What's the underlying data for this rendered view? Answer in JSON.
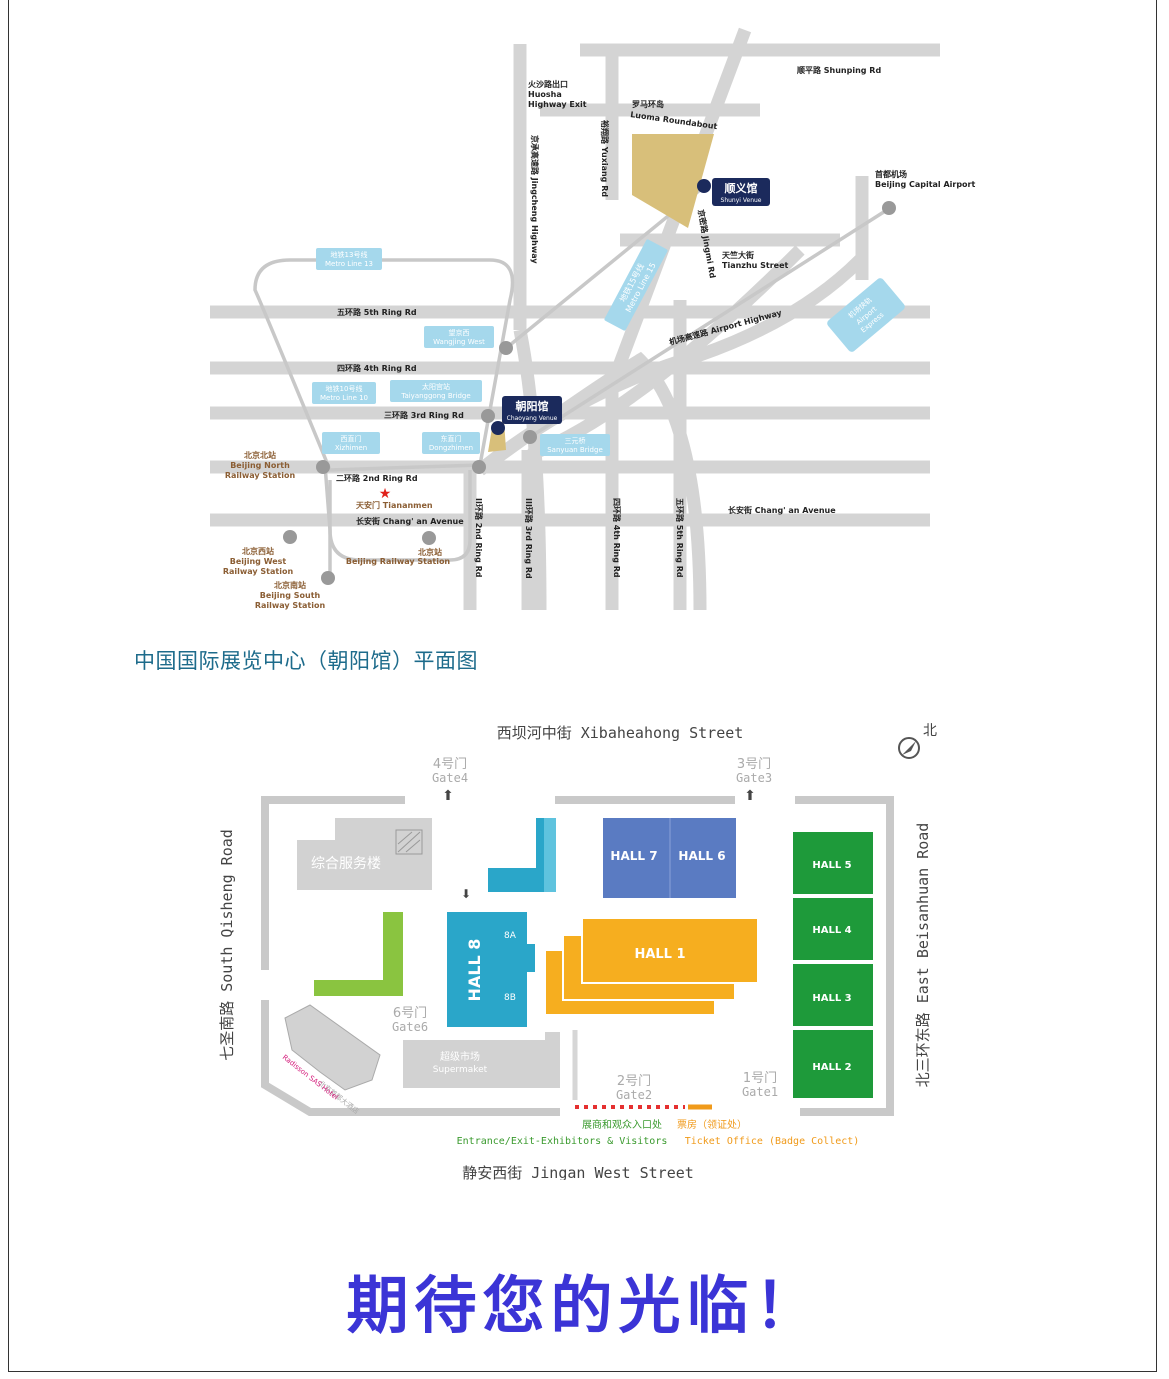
{
  "route_map": {
    "roads": {
      "shunping": "顺平路 Shunping Rd",
      "huosha_cn": "火沙路出口",
      "huosha_en1": "Huosha",
      "huosha_en2": "Highway Exit",
      "luoma_cn": "罗马环岛",
      "luoma_en": "Luoma Roundabout",
      "yuxiang": "裕翔路 Yuxiang Rd",
      "jingcheng": "京承高速路 Jingcheng Highway",
      "jingmi": "京密路 Jingmi Rd",
      "airport_cn": "首都机场",
      "airport_en": "Beijing Capital Airport",
      "tianzhu_cn": "天竺大街",
      "tianzhu_en": "Tianzhu Street",
      "ring5": "五环路 5th Ring Rd",
      "ring4": "四环路 4th Ring Rd",
      "ring3": "三环路 3rd Ring Rd",
      "ring2": "二环路 2nd Ring Rd",
      "airport_highway": "机场高速路 Airport Highway",
      "changan_right": "长安街 Chang' an Avenue",
      "changan_left": "长安街 Chang' an Avenue",
      "tiananmen": "天安门 Tiananmen",
      "v_ring2": "II环路 2nd Ring Rd",
      "v_ring3": "III环路 3rd Ring Rd",
      "v_ring4": "四环路 4th Ring Rd",
      "v_ring5": "五环路 5th Ring Rd"
    },
    "stations": {
      "bj_north_cn": "北京北站",
      "bj_north_en1": "Beijing North",
      "bj_north_en2": "Railway Station",
      "bj_west_cn": "北京西站",
      "bj_west_en1": "Beijing West",
      "bj_west_en2": "Railway Station",
      "bj_south_cn": "北京南站",
      "bj_south_en1": "Beijing South",
      "bj_south_en2": "Railway Station",
      "bj_rail_cn": "北京站",
      "bj_rail_en": "Beijing Railway Station"
    },
    "metro": {
      "line13_cn": "地铁13号线",
      "line13_en": "Metro Line 13",
      "wangjing_cn": "望京西",
      "wangjing_en": "Wangjing West",
      "line10_cn": "地铁10号线",
      "line10_en": "Metro Line 10",
      "taiyanggong_cn": "太阳宫站",
      "taiyanggong_en": "Taiyanggong Bridge",
      "xizhimen_cn": "西直门",
      "xizhimen_en": "Xizhimen",
      "dongzhimen_cn": "东直门",
      "dongzhimen_en": "Dongzhimen",
      "sanyuan_cn": "三元桥",
      "sanyuan_en": "Sanyuan Bridge",
      "line15_cn": "地铁15号线",
      "line15_en": "Metro Line 15",
      "express_cn": "机场快轨",
      "express_en1": "Airport",
      "express_en2": "Express"
    },
    "venues": {
      "shunyi_cn": "顺义馆",
      "shunyi_en": "Shunyi Venue",
      "chaoyang_cn": "朝阳馆",
      "chaoyang_en": "Chaoyang Venue"
    }
  },
  "plan_caption": "中国国际展览中心（朝阳馆）平面图",
  "floor_plan": {
    "north_street": "西坝河中街 Xibaheahong Street",
    "north_arrow": "北",
    "south_street": "静安西街 Jingan West Street",
    "west_street": "七圣南路 South Qisheng Road",
    "east_street": "北三环东路 East Beisanhuan Road",
    "gate4_cn": "4号门",
    "gate4_en": "Gate4",
    "gate3_cn": "3号门",
    "gate3_en": "Gate3",
    "gate6_cn": "6号门",
    "gate6_en": "Gate6",
    "gate2_cn": "2号门",
    "gate2_en": "Gate2",
    "gate1_cn": "1号门",
    "gate1_en": "Gate1",
    "service_building": "综合服务楼",
    "supermarket_cn": "超级市场",
    "supermarket_en": "Supermaket",
    "hotel_cn": "北京首都大酒店",
    "hotel_en": "Radisson SAS Hotel",
    "hall1": "HALL 1",
    "hall2": "HALL 2",
    "hall3": "HALL 3",
    "hall4": "HALL 4",
    "hall5": "HALL 5",
    "hall6": "HALL 6",
    "hall7": "HALL 7",
    "hall8": "HALL 8",
    "hall8a": "8A",
    "hall8b": "8B",
    "entrance_cn": "展商和观众入口处",
    "entrance_en": "Entrance/Exit-Exhibitors & Visitors",
    "ticket_cn": "票房（领证处）",
    "ticket_en": "Ticket Office (Badge Collect)"
  },
  "welcome": "期待您的光临！",
  "colors": {
    "road": "#d4d4d4",
    "metro_box": "#a5d8ec",
    "metro_text": "#ffffff",
    "station_text": "#8b5e34",
    "venue_marker": "#1b2a5c",
    "venue_area": "#d8bf7a",
    "hall_orange": "#f6ae1f",
    "hall_blue": "#5a7bc2",
    "hall_green": "#1e9a3a",
    "hall_teal": "#2aa6c9",
    "lime": "#8ac440",
    "caption": "#1d6b8b",
    "welcome": "#3b34d6",
    "entrance_green": "#3a9a2e",
    "ticket_orange": "#f09a1a"
  }
}
